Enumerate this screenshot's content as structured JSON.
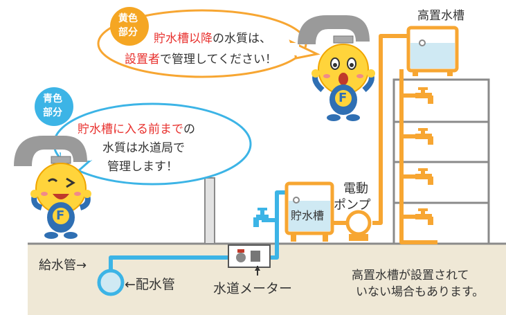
{
  "labels": {
    "elevated_tank": "高置水槽",
    "storage_tank": "貯水槽",
    "pump_line1": "電動",
    "pump_line2": "ポンプ",
    "supply_pipe": "給水管→",
    "distribution_pipe": "←配水管",
    "water_meter": "水道メーター"
  },
  "badges": {
    "yellow": [
      "黄色",
      "部分"
    ],
    "blue": [
      "青色",
      "部分"
    ]
  },
  "bubble_top": {
    "line1_red": "貯水槽以降",
    "line1_black": "の水質は、",
    "line2_red": "設置者",
    "line2_black": "で管理してください！"
  },
  "bubble_left": {
    "line1_red": "貯水槽に入る前まで",
    "line1_black": "の",
    "line2": "水質は水道局で",
    "line3": "管理します！"
  },
  "note": {
    "line1": "高置水槽が設置されて",
    "line2": "いない場合もあります。"
  },
  "mascot_letter": "F",
  "colors": {
    "yellow_pipe": "#f7a632",
    "blue_pipe": "#3cb4e6",
    "ground": "#efe8d6",
    "building": "#8a8a8a",
    "red_text": "#e8312e",
    "badge_orange": "#f5a623",
    "badge_blue": "#3cb4e6"
  }
}
